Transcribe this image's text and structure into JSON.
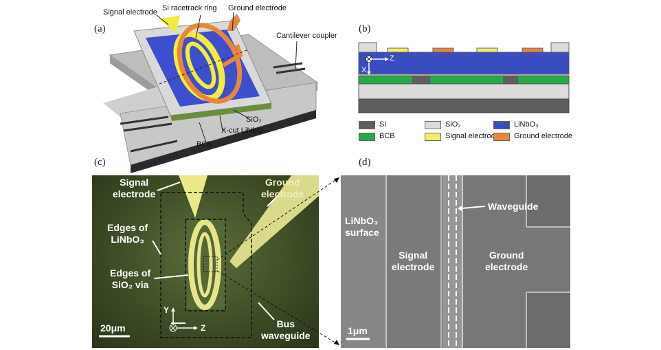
{
  "panels": {
    "a": {
      "label": "(a)",
      "callouts": {
        "signal": "Signal electrode",
        "ring": "Si racetrack ring",
        "ground": "Ground electrode",
        "cantilever": "Cantilever coupler",
        "sio2": "SiO₂",
        "xcut": "X-cut LiNbO₃",
        "bcb": "BCB"
      }
    },
    "b": {
      "label": "(b)",
      "axis_z": "Z",
      "axis_x": "X",
      "legend": [
        {
          "name": "Si",
          "color": "#5e5e5e"
        },
        {
          "name": "SiO₂",
          "color": "#dcdcdc"
        },
        {
          "name": "LiNbO₃",
          "color": "#3a4dc0"
        },
        {
          "name": "BCB",
          "color": "#27a947"
        },
        {
          "name": "Signal electrode",
          "color": "#f2ee6c"
        },
        {
          "name": "Ground electrode",
          "color": "#e8873a"
        }
      ]
    },
    "c": {
      "label": "(c)",
      "signal_l1": "Signal",
      "signal_l2": "electrode",
      "ground_l1": "Ground",
      "ground_l2": "electrode",
      "edges_ln_l1": "Edges of",
      "edges_ln_l2": "LiNbO₃",
      "edges_sio2_l1": "Edges of",
      "edges_sio2_l2": "SiO₂ via",
      "bus_l1": "Bus",
      "bus_l2": "waveguide",
      "scalebar": "20μm",
      "axis_y": "Y",
      "axis_z": "Z"
    },
    "d": {
      "label": "(d)",
      "waveguide": "Waveguide",
      "surface_l1": "LiNbO₃",
      "surface_l2": "surface",
      "signal_l1": "Signal",
      "signal_l2": "electrode",
      "ground_l1": "Ground",
      "ground_l2": "electrode",
      "scalebar": "1μm"
    }
  }
}
